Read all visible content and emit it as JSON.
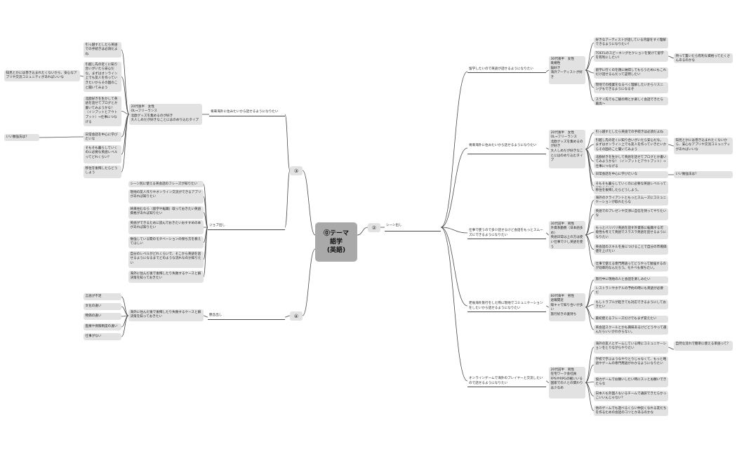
{
  "root": {
    "title": "⓪テーマ\n語学\n(英語)"
  },
  "right": {
    "num": "②",
    "label": "シーン出し",
    "scenes": [
      {
        "label": "留学したいので英語が話せるようになりたい",
        "persona": "30代後半　女性\n既婚性\n猫好き\n海外アーティストが好き",
        "items": [
          "好きなアーティストが話している内容をすぐ理解できるようになりたい！",
          "TOEFLのスピーキングセクションを受けて留学を有利にしたい！",
          "留学に行くのを親に納得してもらうためにもこれだけ話せるんだって証明したい",
          "現地での授業をなるべく理解したいからリスニングもできるようになるぞ",
          "ステイ先でもご飯の時とか楽しく会話できたら最高〜"
        ],
        "extra": {
          "index": 1,
          "text": "持って置いたら有利な資格ってたくさんあるのかな"
        }
      },
      {
        "label": "将来海外に住みたいから話せるようになりたい",
        "persona": "20代後半　女性\nOL→フリーランス\n北欧グッズを集めるのが好き\n大人しめだが好きなことにはのめり込むタイプ",
        "items": [
          "引っ越すとしたら英語での手続きは必須だよね",
          "引越し先の近くに知り合いがいたら安心だな。まずはオンライン上でも友人を作っていきたいからその国のこと聞いてみよう",
          "北欧好きを生かして英語を話せてブログとか書いてみようかな！（インプットとアウトプット）→仕事につなげる",
          "日常会話を中心に学びたいな",
          "そもそも暮らしていくのに必要な英語レベルってどれくらい？",
          "移住を後悔したらどうしよう。"
        ],
        "extras": [
          {
            "index": 1,
            "text": "知見とかには巻き込まれたくないから、安心なアプリや交流コミュニティがあればいいな"
          },
          {
            "index": 3,
            "text": "いい勉強法は？"
          }
        ]
      },
      {
        "label": "仕事で使うので多少話せるけど会話をもっとスムーズにできるようになりたい",
        "persona": "30代前半　男性\n外資系勤務（日本語多め）\n英語日常は上の方は使い仕事で少し英語を使う",
        "items": [
          "海外のクライアントともっとスムーズにコミュニケーションが取れたらな",
          "英語でのプレゼンや交渉に自信を持ってやりたいな",
          "もっとバリバリ英語を話す外資系に転職する可能性も考えて英語でスラスラ英語を話せるようになりたい",
          "英会話のスキルを身につけることで自分の市場価値を上げたい",
          "仕事で使える専門用語ってどうやって勉強するのが効率的なんだろう。モチベも保ちたい。"
        ]
      },
      {
        "label": "老後海外旅行をした際に現地でコミュニケーションをしたいから話せるようになりたい",
        "persona": "60代後半　男性\n退職間近\n陽キャで知り合いが多い\n旅行好きの妻持ち",
        "items": [
          "旅行中に現地の人と会話を楽しみたい",
          "レストランやホテルの予約の時にも英語が必要だ",
          "もしトラブルが起きても対応できるようにしておきたい",
          "最初使えるフレーズだけでもまず覚えたい",
          "英会話スクールとかも興味あるけどどうやって選んだらいいかわからない。"
        ]
      },
      {
        "label": "オンラインゲームで海外のプレイヤーと交流したいので話せるようになりたい",
        "persona": "20代前半　男性\n在宅ワーク会社員\nFPSやRPGの戦いいる\n国家での人との関わりは少なめ",
        "items": [
          "海外の友人とゲームしている時にコミュニケーションをとりながらやりたい",
          "学校で学ぶようなやりとりじゃなくて、もっと略語やゲームの専門用語がわかるようになりたい",
          "協力ゲームでお願いしたい時にスッとお願いできたらな",
          "日本人も外国人もいるチームで通訳できたらかっこいいんじゃない？",
          "他のゲームでも遊べるくらい仲良くなれる友だちを作るための会話のコツとかあるのかな"
        ],
        "extra": {
          "index": 0,
          "text": "自然な流れで簡単に使える単語って？"
        }
      }
    ]
  },
  "left3": {
    "num": "③",
    "label": "ジョブ出し",
    "groups": [
      {
        "label": "将来海外に住みたいから話せるようになりたい",
        "persona": "20代後半　女性\nOL→フリーランス\n北欧グッズを集めるのが好き\n大人しめだが好きなことにはのめり込むタイプ",
        "items": [
          "引っ越すとしたら英語での手続きは必須だよね",
          "引越し先の近くに知り合いがいたら安心だな。まずはオンライン上でも友人を作っていきたいからその国のこと聞いてみよう",
          "北欧好きを生かして英語を話せてブログとか書いてみようかな！（インプットとアウトプット）→仕事につなげる",
          "日常会話を中心に学びたいな",
          "そもそも暮らしていくのに必要な英語レベルってどれくらい？",
          "移住を後悔したらどうしよう"
        ],
        "extras": [
          {
            "index": 1,
            "text": "知見とかには巻き込まれたくないから、安心なアプリや交流コミュニティがあればいいな"
          },
          {
            "index": 3,
            "text": "いい勉強法は？"
          }
        ]
      },
      {
        "label": "ジョブ出し",
        "items": [
          "シーン別に使える英会話のフレーズが知りたい",
          "現地の友人作りやオンライン交流ができるアプリがあれば知りたい",
          "将来住むなら（留学や転職）取っておきたい英語資格があれば知りたい",
          "英語ができるために読んでおきたいおすすめの本があれば知りたい",
          "勉強している間のモチベーションの保ち方を教えてほしい",
          "自分のレベルがどれくらいで、そこから英語を話せるようになるまでどのような流れなのか知りたい",
          "海外に住んだ後で後悔したり失敗するケースと解決策を知っておきたい"
        ]
      }
    ]
  },
  "left4": {
    "num": "④",
    "label": "懸念出し",
    "middle": "海外に住んだ後で後悔したり失敗するケースと解決策を知っておきたい",
    "items": [
      "言語が不足",
      "文化の違い",
      "物価の違い",
      "医療や保険制度の違い",
      "仕事がない"
    ]
  }
}
